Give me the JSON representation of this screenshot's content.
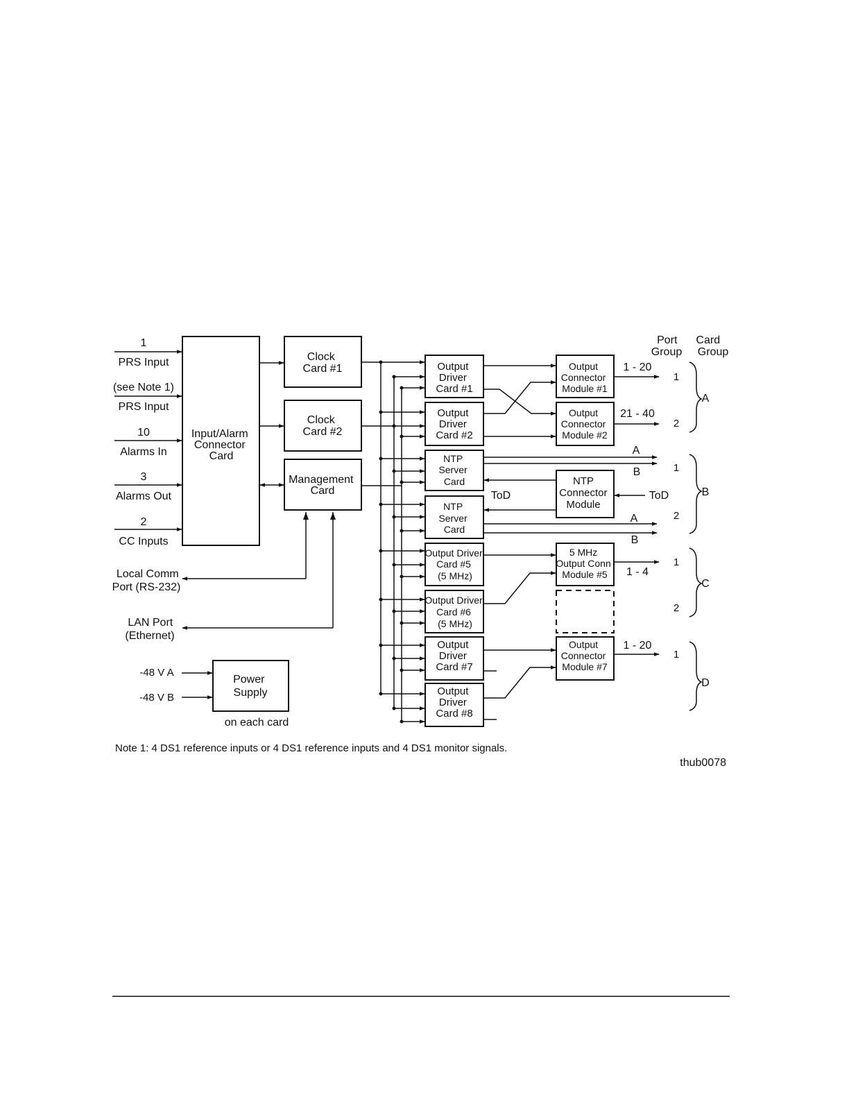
{
  "inputs": {
    "prs1_num": "1",
    "prs1_label": "PRS Input",
    "see_note": "(see Note 1)",
    "prs2_label": "PRS Input",
    "alarms_in_num": "10",
    "alarms_in_label": "Alarms In",
    "alarms_out_num": "3",
    "alarms_out_label": "Alarms Out",
    "cc_num": "2",
    "cc_label": "CC Inputs",
    "local_comm_1": "Local Comm",
    "local_comm_2": "Port (RS-232)",
    "lan_1": "LAN Port",
    "lan_2": "(Ethernet)",
    "v48a": "-48 V A",
    "v48b": "-48 V B"
  },
  "blocks": {
    "input_alarm": [
      "Input/Alarm",
      "Connector",
      "Card"
    ],
    "clock1": [
      "Clock",
      "Card #1"
    ],
    "clock2": [
      "Clock",
      "Card #2"
    ],
    "management": [
      "Management",
      "Card"
    ],
    "power": [
      "Power",
      "Supply"
    ],
    "power_note": "on each card",
    "od1": [
      "Output",
      "Driver",
      "Card #1"
    ],
    "od2": [
      "Output",
      "Driver",
      "Card #2"
    ],
    "ntp_a": [
      "NTP",
      "Server",
      "Card"
    ],
    "ntp_b": [
      "NTP",
      "Server",
      "Card"
    ],
    "od5": [
      "Output Driver",
      "Card #5",
      "(5 MHz)"
    ],
    "od6": [
      "Output Driver",
      "Card #6",
      "(5 MHz)"
    ],
    "od7": [
      "Output",
      "Driver",
      "Card #7"
    ],
    "od8": [
      "Output",
      "Driver",
      "Card #8"
    ],
    "ocm1": [
      "Output",
      "Connector",
      "Module #1"
    ],
    "ocm2": [
      "Output",
      "Connector",
      "Module  #2"
    ],
    "ntp_conn": [
      "NTP",
      "Connector",
      "Module"
    ],
    "mhz_conn": [
      "5 MHz",
      "Output Conn",
      "Module #5"
    ],
    "ocm7": [
      "Output",
      "Connector",
      "Module #7"
    ]
  },
  "signals": {
    "range_1_20": "1 - 20",
    "range_21_40": "21 - 40",
    "range_1_4": "1 - 4",
    "range_1_20_d": "1 - 20",
    "a_top": "A",
    "b_top": "B",
    "tod_left": "ToD",
    "tod_right": "ToD",
    "a_bottom": "A",
    "b_bottom": "B"
  },
  "groups": {
    "port_header": [
      "Port",
      "Group"
    ],
    "card_header": [
      "Card",
      "Group"
    ],
    "port_numbers": [
      "1",
      "2",
      "1",
      "2",
      "1",
      "2",
      "1"
    ],
    "card_letters": [
      "A",
      "B",
      "C",
      "D"
    ]
  },
  "note": "Note 1: 4 DS1 reference inputs or 4 DS1 reference inputs and 4 DS1 monitor signals.",
  "figure_id": "thub0078"
}
